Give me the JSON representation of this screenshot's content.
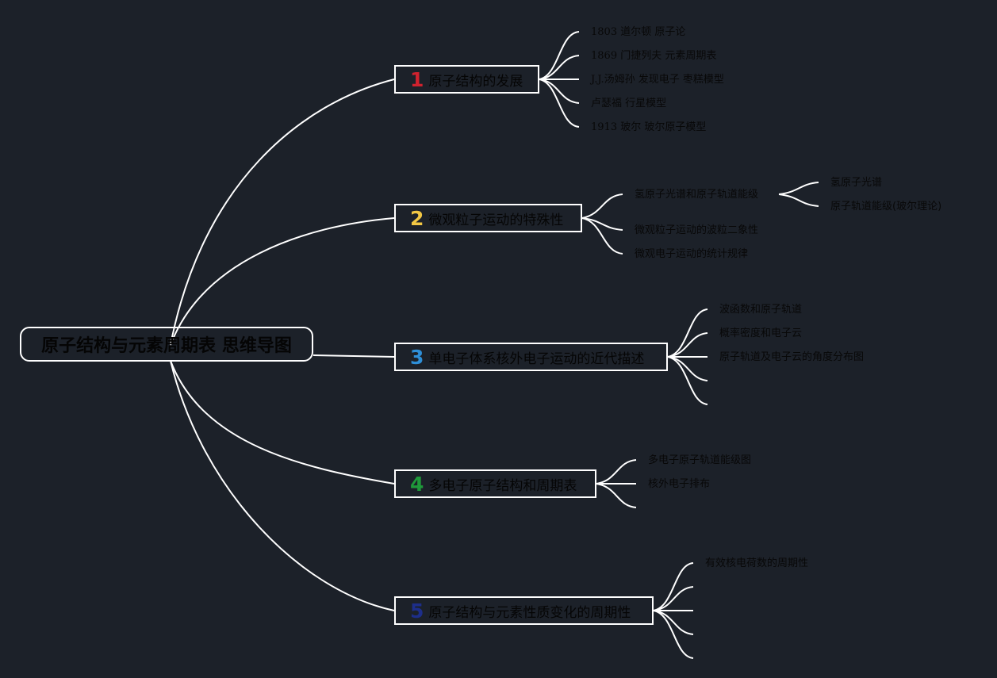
{
  "root": {
    "title": "原子结构与元素周期表 思维导图"
  },
  "topics": [
    {
      "number": "1",
      "number_color": "#d0222e",
      "label": "原子结构的发展",
      "children": [
        "1803 道尔顿 原子论",
        "1869 门捷列夫 元素周期表",
        "J.J.汤姆孙 发现电子 枣糕模型",
        "卢瑟福 行星模型",
        "1913 玻尔 玻尔原子模型"
      ]
    },
    {
      "number": "2",
      "number_color": "#f2c744",
      "label": "微观粒子运动的特殊性",
      "children": [
        "氢原子光谱和原子轨道能级",
        "微观粒子运动的波粒二象性",
        "微观电子运动的统计规律"
      ],
      "subchildren": [
        "氢原子光谱",
        "原子轨道能级(玻尔理论)"
      ]
    },
    {
      "number": "3",
      "number_color": "#2e8fd8",
      "label": "单电子体系核外电子运动的近代描述",
      "children": [
        "波函数和原子轨道",
        "概率密度和电子云",
        "原子轨道及电子云的角度分布图"
      ]
    },
    {
      "number": "4",
      "number_color": "#1f9a3a",
      "label": "多电子原子结构和周期表",
      "children": [
        "多电子原子轨道能级图",
        "核外电子排布"
      ]
    },
    {
      "number": "5",
      "number_color": "#1d2e8a",
      "label": "原子结构与元素性质变化的周期性",
      "children": [
        "有效核电荷数的周期性"
      ]
    }
  ],
  "colors": {
    "background": "#1c2129",
    "line": "#ffffff",
    "text": "#050505"
  }
}
